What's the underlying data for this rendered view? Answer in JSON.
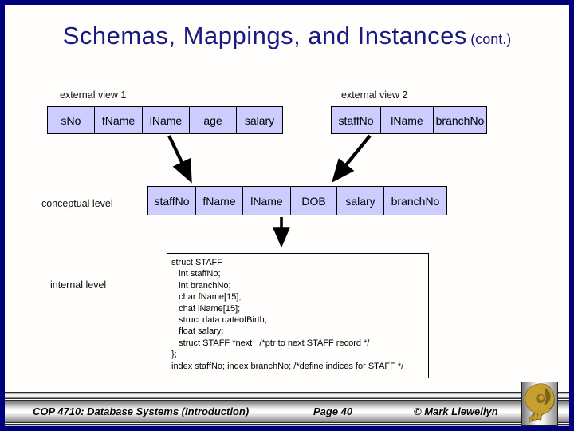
{
  "title": {
    "main": "Schemas, Mappings, and Instances",
    "suffix": "(cont.)"
  },
  "colors": {
    "border_navy": "#00007d",
    "title_navy": "#191980",
    "cell_background": "#ccccff",
    "arrow_black": "#000000",
    "logo_gold": "#c6a02f"
  },
  "diagram": {
    "external_view_1": {
      "label": "external view 1",
      "cells": [
        "sNo",
        "fName",
        "lName",
        "age",
        "salary"
      ]
    },
    "external_view_2": {
      "label": "external view 2",
      "cells": [
        "staffNo",
        "lName",
        "branchNo"
      ]
    },
    "conceptual": {
      "label": "conceptual level",
      "cells": [
        "staffNo",
        "fName",
        "lName",
        "DOB",
        "salary",
        "branchNo"
      ]
    },
    "internal": {
      "label": "internal level",
      "code": "struct STAFF\n   int staffNo;\n   int branchNo;\n   char fName[15];\n   chaf lName[15];\n   struct data dateofBirth;\n   float salary;\n   struct STAFF *next   /*ptr to next STAFF record */\n};\nindex staffNo; index branchNo; /*define indices for STAFF */"
    }
  },
  "footer": {
    "course": "COP 4710: Database Systems  (Introduction)",
    "page": "Page 40",
    "copyright": "© Mark Llewellyn"
  }
}
